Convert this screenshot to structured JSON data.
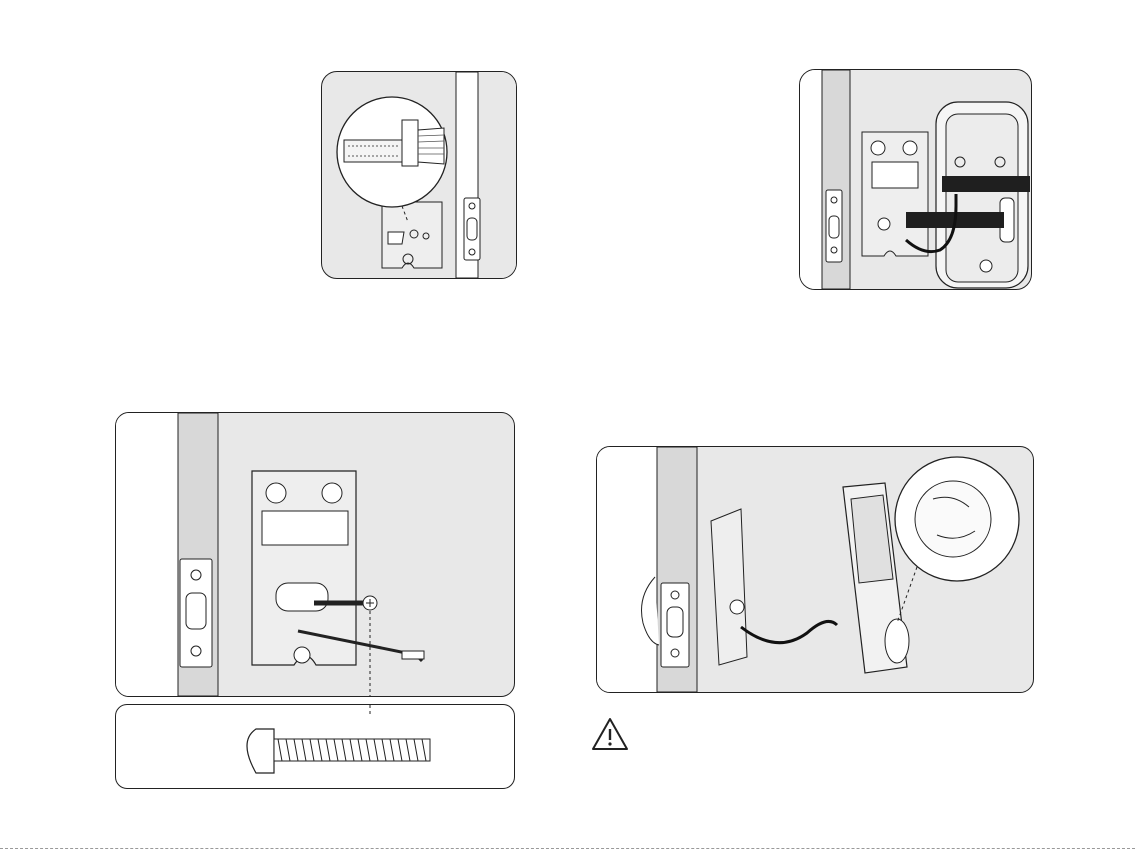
{
  "colors": {
    "panel_bg": "#e8e8e8",
    "door_frame": "#d5d5d5",
    "line": "#222222",
    "cable_label": "#1f1f1f"
  },
  "figures": [
    {
      "name": "connector-closeup",
      "icon": "ribbon-connector-magnifier"
    },
    {
      "name": "cable-routing",
      "icon": "cable-through-mounting-plate"
    },
    {
      "name": "mounting-plate-screw",
      "icon": "screw-insert-plate"
    },
    {
      "name": "screw-detail",
      "icon": "screw"
    },
    {
      "name": "thumbturn-assembly",
      "icon": "thumbturn-magnifier"
    }
  ],
  "warning": {
    "icon": "warning-triangle-icon"
  }
}
